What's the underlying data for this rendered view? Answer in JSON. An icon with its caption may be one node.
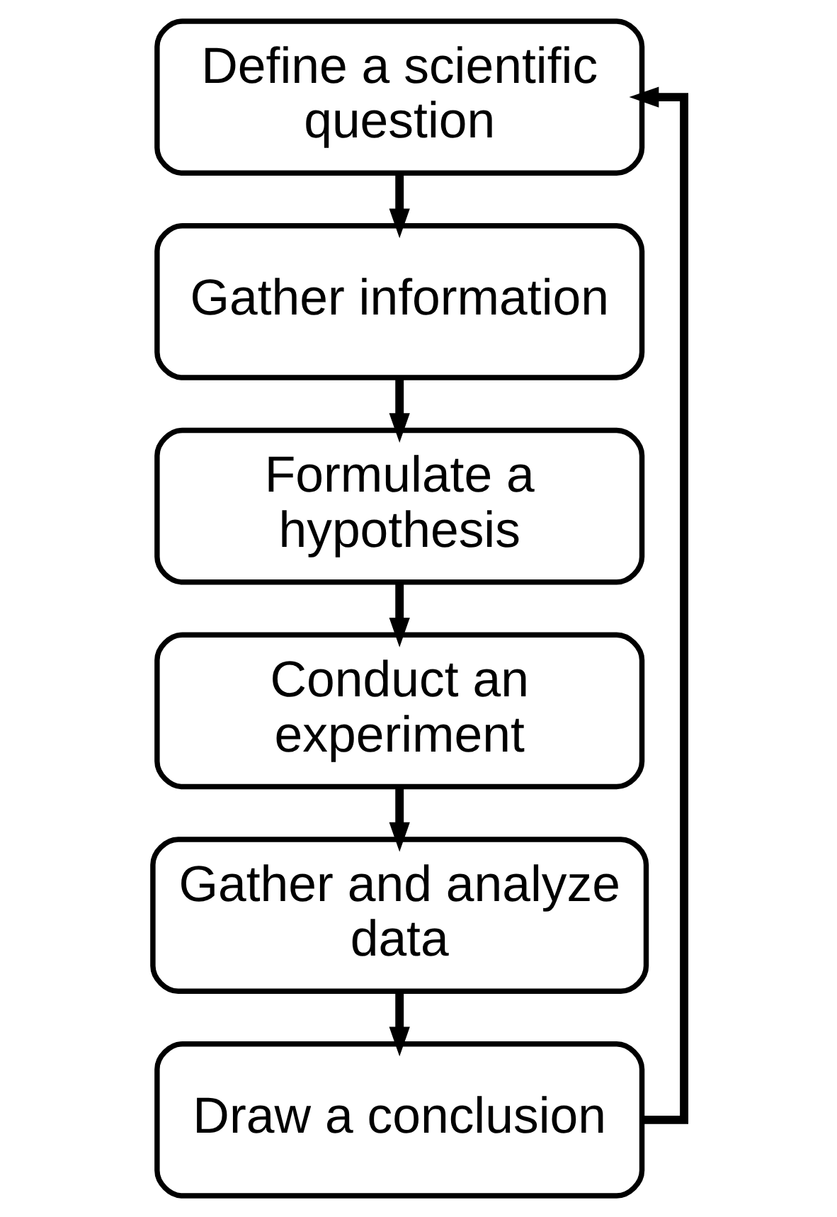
{
  "diagram": {
    "nodes": [
      {
        "text": [
          "Define a scientific question"
        ]
      },
      {
        "text": [
          "Gather information"
        ]
      },
      {
        "text": [
          "Formulate a hypothesis"
        ]
      },
      {
        "text": [
          "Conduct an experiment"
        ]
      },
      {
        "text": [
          "Gather and analyze data"
        ]
      },
      {
        "text": [
          "Draw a conclusion"
        ]
      }
    ],
    "edges": [
      {
        "from": 0,
        "to": 1,
        "arrow": "to"
      },
      {
        "from": 1,
        "to": 2,
        "arrow": "to"
      },
      {
        "from": 2,
        "to": 3,
        "arrow": "to"
      },
      {
        "from": 3,
        "to": 4,
        "arrow": "to"
      },
      {
        "from": 4,
        "to": 5,
        "arrow": "to"
      },
      {
        "from": 5,
        "to": 0,
        "arrow": "to"
      }
    ]
  }
}
